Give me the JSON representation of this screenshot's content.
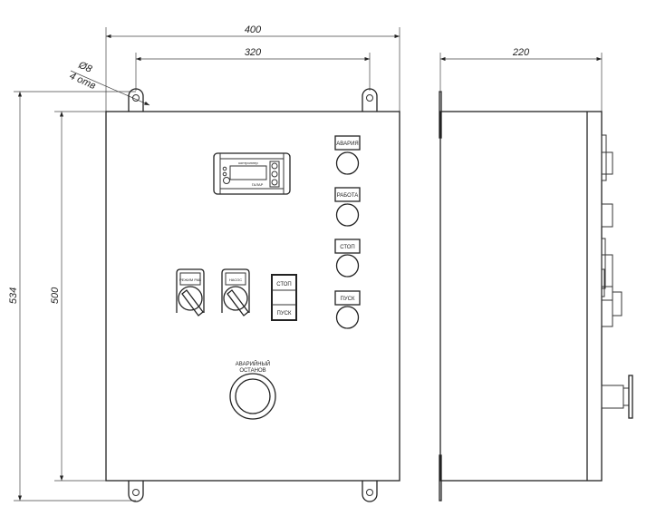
{
  "dimensions": {
    "overall_width": "400",
    "mount_spacing": "320",
    "depth": "220",
    "overall_height": "534",
    "body_height": "500",
    "hole_diameter": "Ø8",
    "hole_count": "4 отв"
  },
  "front_panel": {
    "controller": {
      "title": "контроллер",
      "brand": "ГАЛАР"
    },
    "indicators": [
      {
        "label": "АВАРИЯ"
      },
      {
        "label": "РАБОТА"
      },
      {
        "label": "СТОП"
      },
      {
        "label": "ПУСК"
      }
    ],
    "selector_switches": [
      {
        "label": "РЕЖИМ РАБ"
      },
      {
        "label": "НАСОС"
      }
    ],
    "push_button_block": {
      "top": "СТОП",
      "bottom": "ПУСК"
    },
    "emergency_stop": {
      "line1": "АВАРИЙНЫЙ",
      "line2": "ОСТАНОВ"
    }
  },
  "colors": {
    "line": "#333333",
    "background": "#ffffff"
  }
}
